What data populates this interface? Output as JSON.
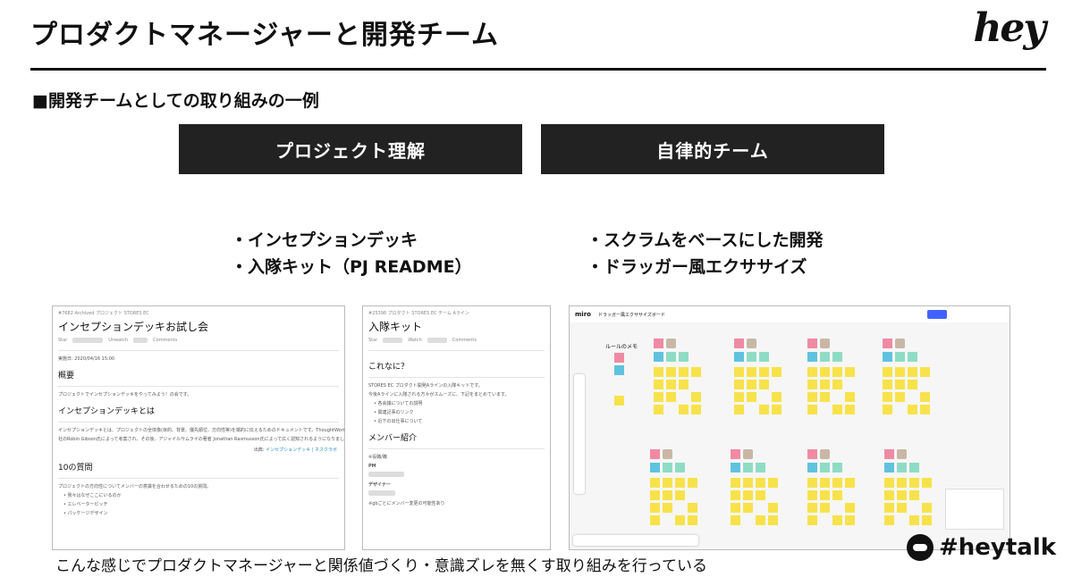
{
  "slide": {
    "title": "プロダクトマネージャーと開発チーム",
    "logo": "hey",
    "subtitle": "■開発チームとしての取り組みの一例",
    "pill_left": "プロジェクト理解",
    "pill_right": "自律的チーム",
    "bullets_left": [
      "・インセプションデッキ",
      "・入隊キット（PJ README）"
    ],
    "bullets_right": [
      "・スクラムをベースにした開発",
      "・ドラッガー風エクササイズ"
    ],
    "caption": "こんな感じでプロダクトマネージャーと関係値づくり・意識ズレを無くす取り組みを行っている",
    "hashtag": "#heytalk"
  },
  "doc_a": {
    "crumb": "#7682  Archived  プロジェクト  STORES EC",
    "title": "インセプションデッキお試し会",
    "meta": [
      "Star",
      "Unwatch",
      "Comments"
    ],
    "date": "実施日: 2020/04/16 15:00",
    "h_overview": "概要",
    "overview": "プロジェクトでインセプションデッキをやってみよう！の会です。",
    "h_inception": "インセプションデッキとは",
    "inception_1": "インセプションデッキとは、プロジェクトの全体像(目的、背景、優先順位、方向性等)を端的に伝えるためのドキュメントです。ThoughtWorks",
    "inception_2": "社のRobin Gibson氏によって考案され、その後、アジャイルサムライの著者 Jonathan Rasmusson氏によって広く認知されるようになりました。",
    "source_prefix": "出典:",
    "source_link": "インセプションデッキ | ネスクラボ",
    "h_questions": "10の質問",
    "questions_intro": "プロジェクトの方向性についてメンバーの意識を合わせるための10の質問。",
    "questions": [
      "我々はなぜここにいるのか",
      "エレベーターピッチ",
      "パッケージデザイン"
    ]
  },
  "doc_b": {
    "crumb": "#25398  プロダクト  STORES EC  チーム  Aライン",
    "title": "入隊キット",
    "meta": [
      "Star",
      "Watch",
      "Comments"
    ],
    "h_what": "これなに？",
    "what_1": "STORES EC プロダクト開発Aラインの入隊キットです。",
    "what_2": "今後Aラインに入隊される方々がスムーズに、下記をまとめています。",
    "items": [
      "各会議についての説明",
      "関連記事のリンク",
      "近下の出仕事について"
    ],
    "h_members": "メンバー紹介",
    "role_1": "※役職/職",
    "role_2": "PM",
    "role_3": "デザイナー",
    "note": "※gbごとにメンバー変更の可能性あり"
  },
  "board": {
    "app": "miro",
    "name": "ドラッガー風エクササイズボード",
    "label": "ルールのメモ"
  }
}
